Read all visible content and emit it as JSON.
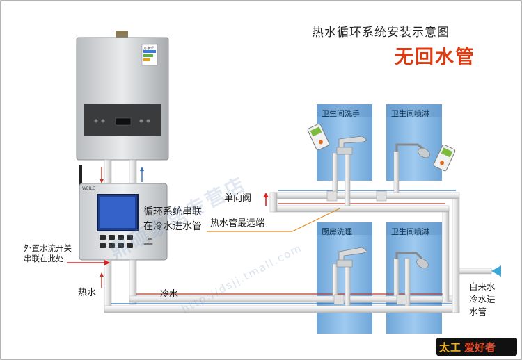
{
  "header": {
    "title": "热水循环系统安装示意图",
    "subtitle": "无回水管"
  },
  "rooms": {
    "bath_wash": "卫生间洗手",
    "bath_shower_top": "卫生间喷淋",
    "kitchen": "厨房洗理",
    "bath_shower_bottom": "卫生间喷淋"
  },
  "labels": {
    "check_valve": "单向阀",
    "hot_pipe_far_end": "热水管最远端",
    "circ_system": "循环系统串联在冷水进水管上",
    "external_switch": "外置水流开关串联在此处",
    "hot_water": "热水",
    "cold_water": "冷水",
    "tap_cold_inlet": "自来水冷水进水管"
  },
  "watermark": {
    "text": "鼎硕家居专营店",
    "url": "http://dsjj.tmall.com"
  },
  "logo": {
    "text": "爱好者"
  },
  "devices": {
    "heater_brand": "万家乐",
    "controller_brand": "WEILE"
  },
  "colors": {
    "hot_pipe": "#c0392b",
    "cold_pipe": "#2d6fb8",
    "panel": "#7fb3e0",
    "accent": "#e23a10"
  }
}
